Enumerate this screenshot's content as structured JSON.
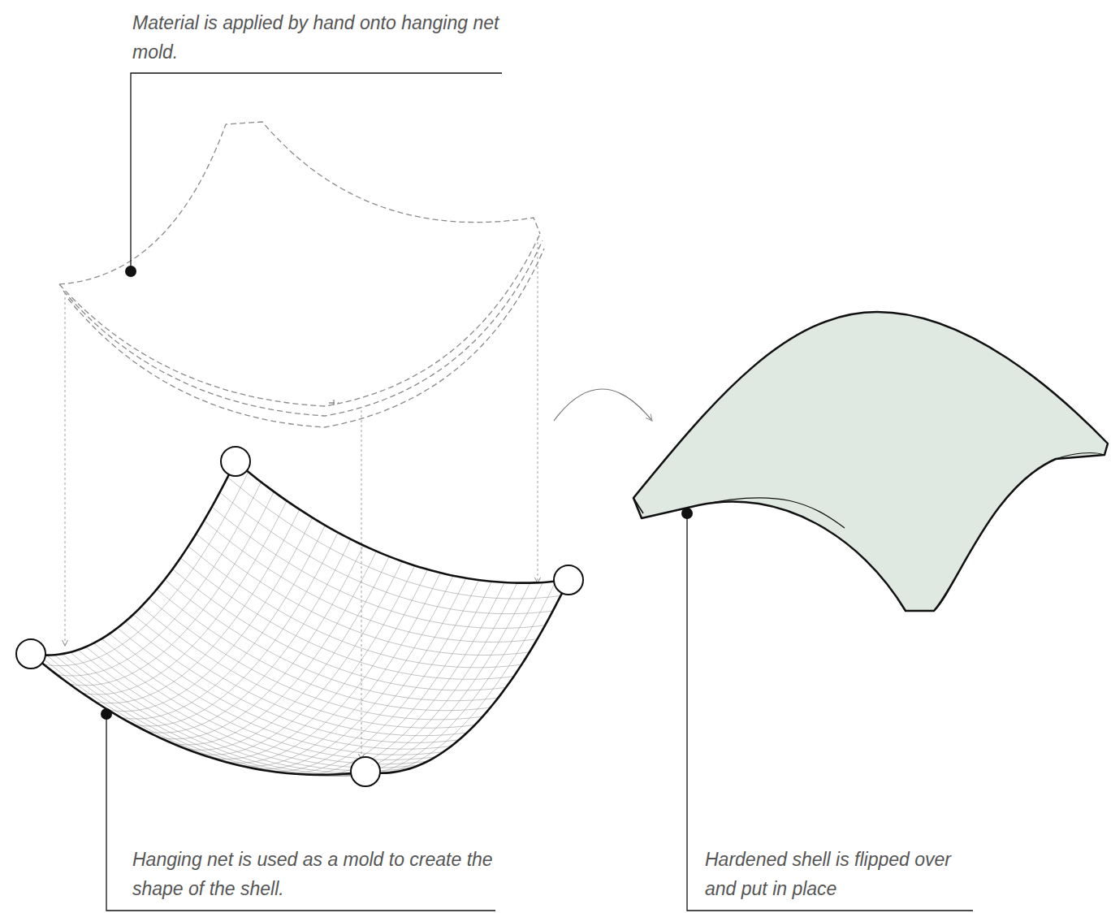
{
  "diagram": {
    "labels": [
      "Material is applied by hand onto hanging net mold.",
      "Hanging net is used as a mold to create the shape of the shell.",
      "Hardened shell is flipped over and put in place"
    ]
  }
}
